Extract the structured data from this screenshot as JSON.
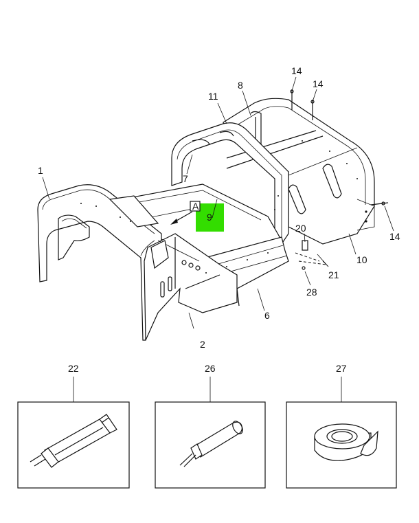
{
  "callouts": {
    "c1": "1",
    "c2": "2",
    "c6": "6",
    "c7": "7",
    "c8": "8",
    "c9": "9",
    "c10": "10",
    "c11": "11",
    "c14a": "14",
    "c14b": "14",
    "c14c": "14",
    "c20": "20",
    "c21": "21",
    "c28": "28",
    "c22": "22",
    "c26": "26",
    "c27": "27",
    "detail_marker": "A"
  },
  "colors": {
    "highlight": "#33dd00",
    "line": "#111111",
    "background": "#ffffff"
  },
  "icons": [
    "sealant-cartridge-icon",
    "adhesive-tube-icon",
    "tape-roll-icon"
  ]
}
